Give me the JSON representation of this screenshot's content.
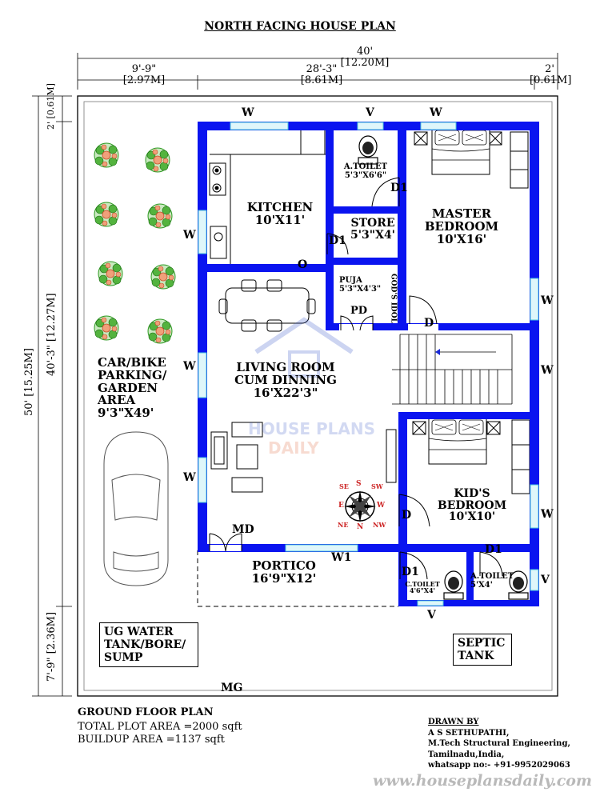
{
  "title": "NORTH FACING HOUSE PLAN",
  "dimensions": {
    "overall_width": "40'",
    "overall_width_m": "[12.20M]",
    "left_width": "9'-9\"",
    "left_width_m": "[2.97M]",
    "mid_width": "28'-3\"",
    "mid_width_m": "[8.61M]",
    "right_width": "2'",
    "right_width_m": "[0.61M]",
    "overall_depth": "50'",
    "overall_depth_m": "[15.25M]",
    "top_depth": "2'",
    "top_depth_m": "[0.61M]",
    "house_depth": "40'-3\"",
    "house_depth_m": "[12.27M]",
    "front_depth": "7'-9\"",
    "front_depth_m": "[2.36M]"
  },
  "rooms": {
    "kitchen_name": "KITCHEN",
    "kitchen_size": "10'X11'",
    "atoilet_name": "A.TOILET",
    "atoilet_size": "5'3\"X6'6\"",
    "store_name": "STORE",
    "store_size": "5'3\"X4'",
    "master_name_1": "MASTER",
    "master_name_2": "BEDROOM",
    "master_size": "10'X16'",
    "puja_name": "PUJA",
    "puja_size": "5'3\"X4'3\"",
    "gods_idol": "GOD'S IDOL",
    "living_name_1": "LIVING ROOM",
    "living_name_2": "CUM DINNING",
    "living_size": "16'X22'3\"",
    "kids_name_1": "KID'S",
    "kids_name_2": "BEDROOM",
    "kids_size": "10'X10'",
    "portico_name": "PORTICO",
    "portico_size": "16'9\"X12'",
    "ctoilet_name": "C.TOILET",
    "ctoilet_size": "4'6\"X4'",
    "atoilet2_name": "A.TOILET",
    "atoilet2_size": "5'X4'",
    "parking_1": "CAR/BIKE",
    "parking_2": "PARKING/",
    "parking_3": "GARDEN",
    "parking_4": "AREA",
    "parking_size": "9'3\"X49'",
    "ug_1": "UG WATER",
    "ug_2": "TANK/BORE/",
    "ug_3": "SUMP",
    "septic_1": "SEPTIC",
    "septic_2": "TANK"
  },
  "openings": {
    "w": "W",
    "v": "V",
    "w1": "W1",
    "d": "D",
    "d1": "D1",
    "o": "O",
    "pd": "PD",
    "md": "MD",
    "mg": "MG"
  },
  "compass": {
    "n": "N",
    "s": "S",
    "e": "E",
    "w": "W",
    "ne": "NE",
    "nw": "NW",
    "se": "SE",
    "sw": "SW"
  },
  "watermark": {
    "line1": "HOUSE PLANS",
    "line2": "DAILY"
  },
  "footer": {
    "plan_name": "GROUND FLOOR PLAN",
    "plot_area": "TOTAL PLOT AREA =2000 sqft",
    "buildup_area": "BUILDUP AREA =1137 sqft",
    "drawn_by": "DRAWN BY",
    "author": "A S SETHUPATHI,",
    "qualification": "M.Tech Structural Engineering,",
    "location": "Tamilnadu,India,",
    "whatsapp": "whatsapp no:- +91-9952029063",
    "website": "www.houseplansdaily.com"
  },
  "colors": {
    "wall": "#0a14f0",
    "window": "#5fd6e6",
    "plant_green": "#2e9a22",
    "plant_flower": "#e36a46"
  }
}
